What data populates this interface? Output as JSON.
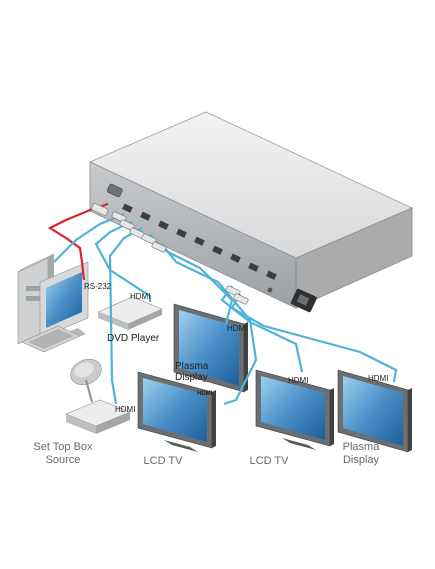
{
  "labels": {
    "rs232": "RS-232",
    "hdmi_dvd": "HDMI",
    "dvd_player": "DVD Player",
    "hdmi_plasma1": "HDMI",
    "plasma1_line1": "Plasma",
    "plasma1_line2": "Display",
    "hdmi_stb": "HDMI",
    "hdmi_lcd1": "HDMI",
    "hdmi_lcd2": "HDMI",
    "hdmi_plasma2": "HDMI",
    "stb_line1": "Set Top Box",
    "stb_line2": "Source",
    "lcd1": "LCD TV",
    "lcd2": "LCD TV",
    "plasma2_line1": "Plasma",
    "plasma2_line2": "Display"
  },
  "colors": {
    "cable_hdmi": "#4fb3d9",
    "cable_rs232": "#d9232d",
    "device_gray": "#b5b7b9",
    "screen_blue": "#4a90c8"
  }
}
